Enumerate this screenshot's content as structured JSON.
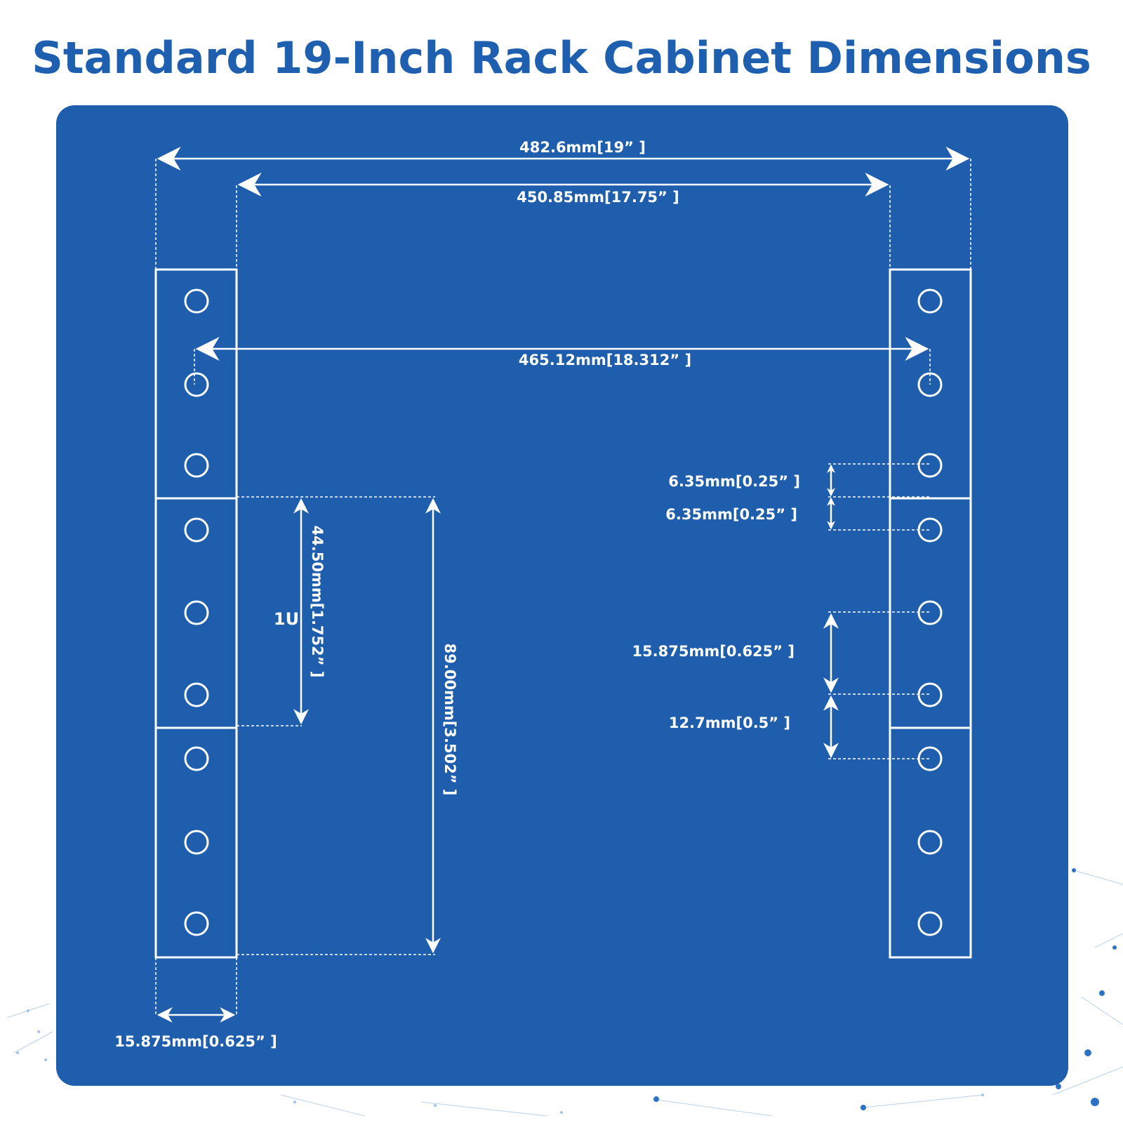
{
  "title": "Standard 19-Inch Rack Cabinet Dimensions",
  "colors": {
    "title": "#1f5faf",
    "panel": "#1e5ead",
    "lines": "#ffffff",
    "network": "#9fc2e6"
  },
  "dimensions": {
    "overall_width": "482.6mm[19” ]",
    "inner_width": "450.85mm[17.75” ]",
    "hole_spacing_width": "465.12mm[18.312” ]",
    "rail_width": "15.875mm[0.625” ]",
    "one_u_label": "1U",
    "one_u_height": "44.50mm[1.752” ]",
    "two_u_height": "89.00mm[3.502” ]",
    "edge_to_hole_a": "6.35mm[0.25” ]",
    "edge_to_hole_b": "6.35mm[0.25” ]",
    "hole_pitch_wide": "15.875mm[0.625” ]",
    "hole_pitch_narrow": "12.7mm[0.5” ]"
  }
}
